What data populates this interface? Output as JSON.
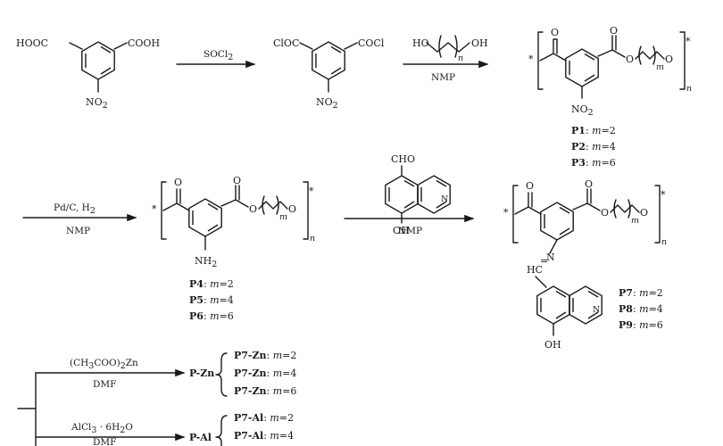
{
  "compounds": {
    "acid": {
      "left": "HOOC",
      "right": "COOH",
      "bottom": "NO",
      "bottom_sub": "2"
    },
    "chloride": {
      "left": "ClOC",
      "right": "COCl",
      "bottom": "NO",
      "bottom_sub": "2"
    },
    "diol": {
      "left": "HO",
      "right": "OH",
      "sub": "n"
    },
    "aldehyde": {
      "top": "CHO",
      "bottom": "OH",
      "n": "N"
    }
  },
  "steps": {
    "s1_top": "SOCl",
    "s1_sub": "2",
    "s2_bottom": "NMP",
    "s3_top": "Pd/C, H",
    "s3_sub": "2",
    "s3_bottom": "NMP",
    "s4_bottom": "NMP",
    "s5_top_a": "(CH",
    "s5_sub_a": "3",
    "s5_top_b": "COO)",
    "s5_sub_b": "2",
    "s5_top_c": "Zn",
    "s5_bottom": "DMF",
    "s6_top_a": "AlCl",
    "s6_sub_a": "3",
    "s6_top_b": " · 6H",
    "s6_sub_b": "2",
    "s6_top_c": "O",
    "s6_bottom": "DMF"
  },
  "polymer": {
    "star": "*",
    "o": "O",
    "n": "n",
    "m": "m",
    "nitro": "NO",
    "nitro_sub": "2",
    "amine": "NH",
    "amine_sub": "2",
    "imine_hc": "HC",
    "imine_eq": "=",
    "imine_n": "N",
    "quin_n": "N",
    "quin_oh": "OH"
  },
  "labels": {
    "g1": [
      {
        "name": "P1",
        "m": "2"
      },
      {
        "name": "P2",
        "m": "4"
      },
      {
        "name": "P3",
        "m": "6"
      }
    ],
    "g2": [
      {
        "name": "P4",
        "m": "2"
      },
      {
        "name": "P5",
        "m": "4"
      },
      {
        "name": "P6",
        "m": "6"
      }
    ],
    "g3": [
      {
        "name": "P7",
        "m": "2"
      },
      {
        "name": "P8",
        "m": "4"
      },
      {
        "name": "P9",
        "m": "6"
      }
    ],
    "zn_head": "P-Zn",
    "zn": [
      {
        "name": "P7-Zn",
        "m": "2"
      },
      {
        "name": "P7-Zn",
        "m": "4"
      },
      {
        "name": "P7-Zn",
        "m": "6"
      }
    ],
    "al_head": "P-Al",
    "al": [
      {
        "name": "P7-Al",
        "m": "2"
      },
      {
        "name": "P7-Al",
        "m": "4"
      }
    ],
    "m_var": "m",
    "sep": ": ",
    "eq": "="
  }
}
